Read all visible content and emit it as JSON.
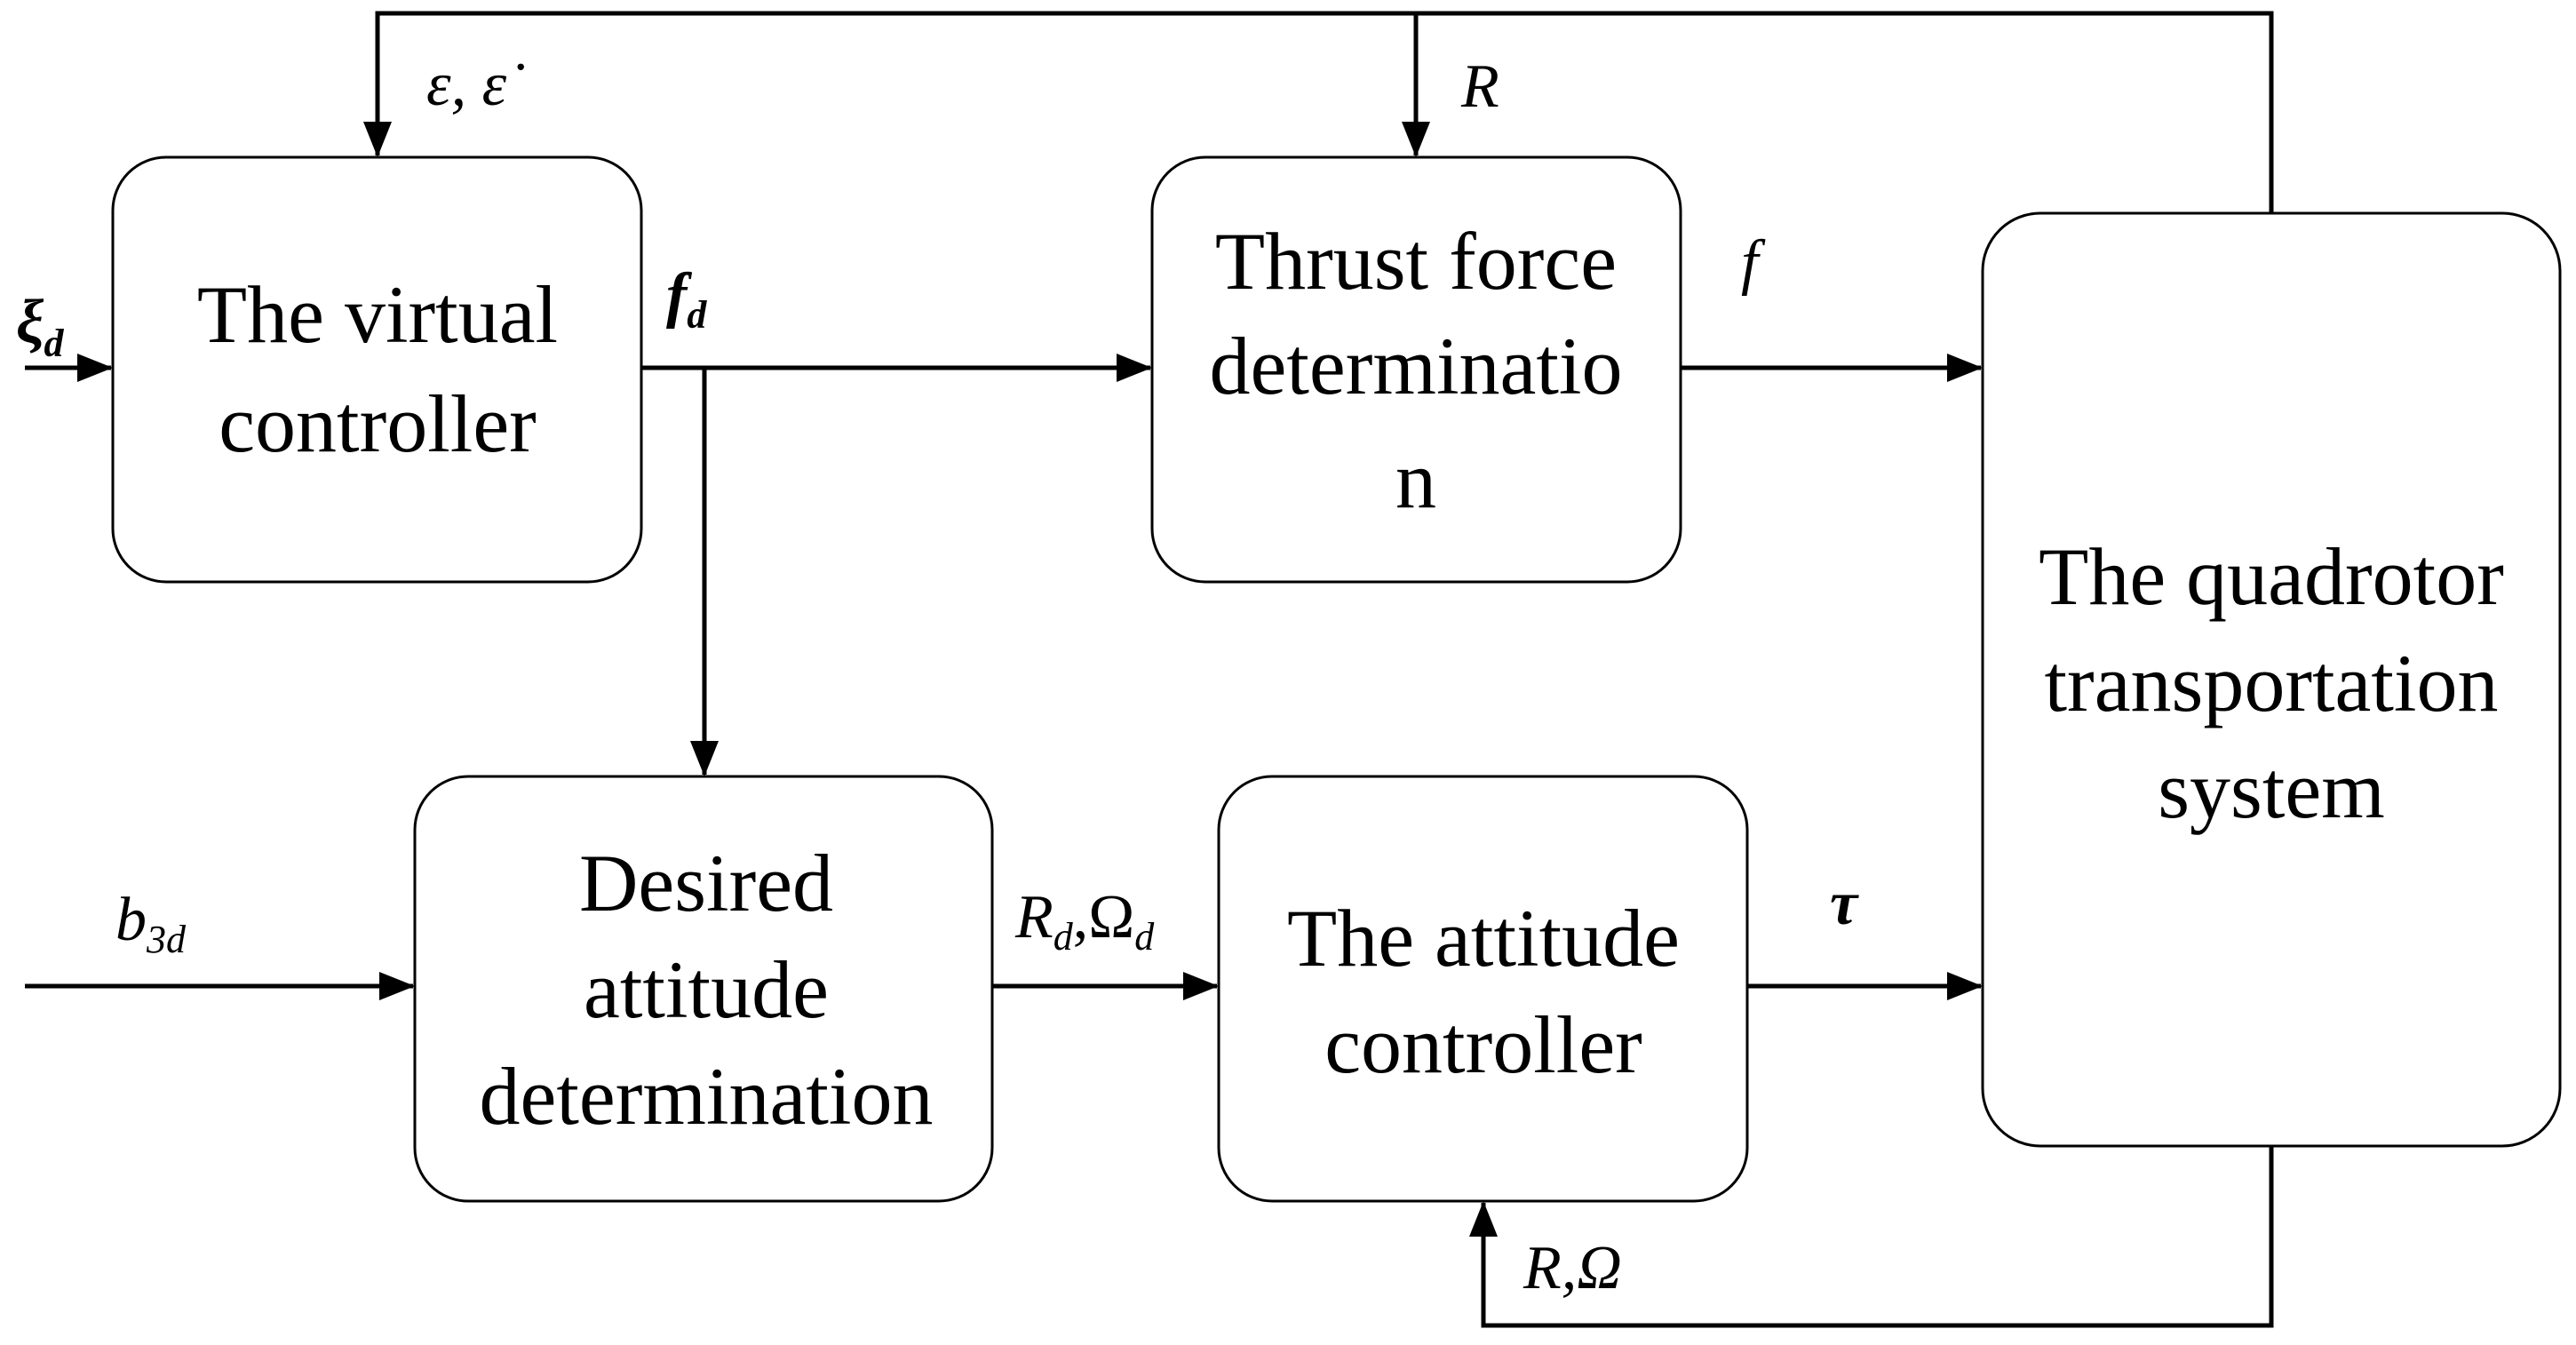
{
  "blocks": {
    "virtual_controller": [
      "The virtual",
      "controller"
    ],
    "thrust_force": [
      "Thrust force",
      "determinatio",
      "n"
    ],
    "quadrotor": [
      "The quadrotor",
      "transportation",
      "system"
    ],
    "desired_attitude": [
      "Desired",
      "attitude",
      "determination"
    ],
    "attitude_controller": [
      "The attitude",
      "controller"
    ]
  },
  "signals": {
    "xi_d": {
      "main": "ξ",
      "sub": "d"
    },
    "epsilon": "ε, ε̇",
    "R_top": "R",
    "f_d": {
      "main": "f",
      "sub": "d"
    },
    "f": "f",
    "b3d": {
      "main": "b",
      "sub": "3d"
    },
    "Rd_Omega_d": {
      "main1": "R",
      "sub1": "d",
      "sep": ",",
      "main2": "Ω",
      "sub2": "d"
    },
    "tau": "τ",
    "R_Omega": "R,Ω"
  }
}
